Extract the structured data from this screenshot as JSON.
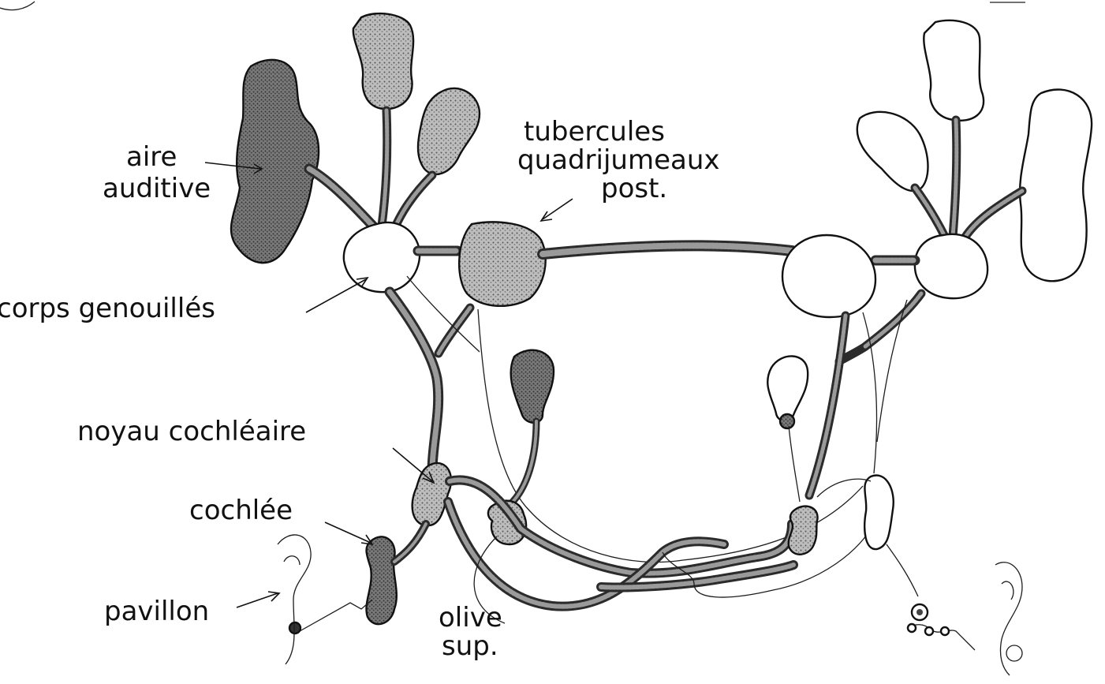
{
  "labels": {
    "aire_auditive": [
      "aire",
      "auditive"
    ],
    "tubercules": [
      "tubercules",
      "quadrijumeaux",
      "post."
    ],
    "corps_genouilles": "corps genouillés",
    "noyau_cochleaire": "noyau cochléaire",
    "cochlee": "cochlée",
    "pavillon": "pavillon",
    "olive_sup": [
      "olive",
      "sup."
    ]
  },
  "colors": {
    "ink": "#111111",
    "tract_fill": "#9a9a9a",
    "shaded_region": "#6e6e6e",
    "paper": "#ffffff"
  }
}
